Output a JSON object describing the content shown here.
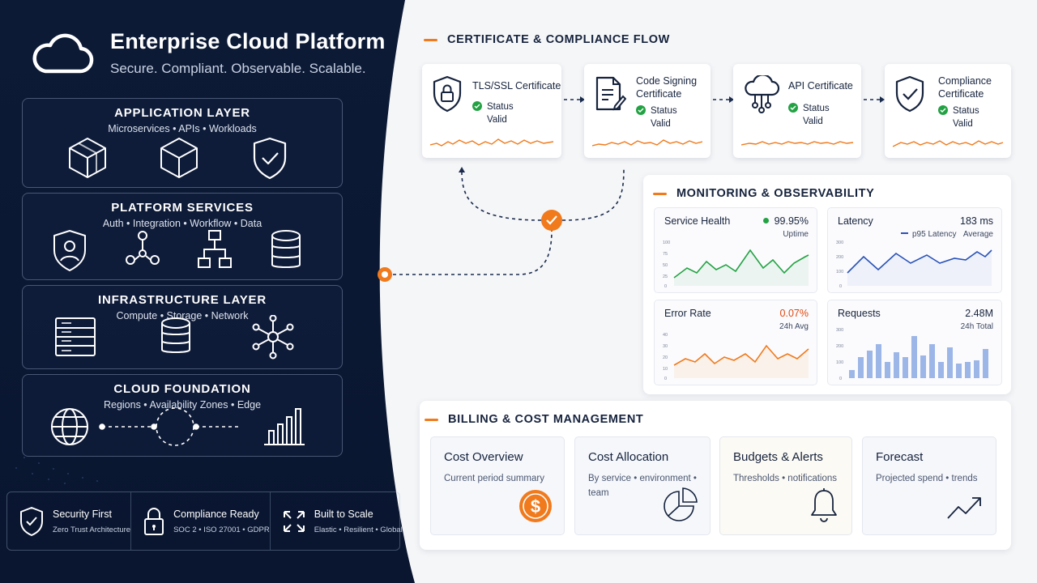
{
  "brand": {
    "title": "Enterprise Cloud Platform",
    "tagline": "Secure. Compliant. Observable. Scalable."
  },
  "layers": [
    {
      "title": "APPLICATION LAYER",
      "subtitle": "Microservices • APIs • Workloads"
    },
    {
      "title": "PLATFORM SERVICES",
      "subtitle": "Auth • Integration • Workflow • Data"
    },
    {
      "title": "INFRASTRUCTURE LAYER",
      "subtitle": "Compute • Storage • Network"
    },
    {
      "title": "CLOUD FOUNDATION",
      "subtitle": "Regions • Availability Zones • Edge"
    }
  ],
  "features": [
    {
      "title": "Security First",
      "subtitle": "Zero Trust Architecture",
      "icon": "shield-check-icon"
    },
    {
      "title": "Compliance Ready",
      "subtitle": "SOC 2 • ISO 27001 • GDPR",
      "icon": "lock-icon"
    },
    {
      "title": "Built to Scale",
      "subtitle": "Elastic • Resilient • Global",
      "icon": "expand-arrows-icon"
    }
  ],
  "certificate_flow": {
    "heading": "CERTIFICATE & COMPLIANCE FLOW",
    "certificates": [
      {
        "name_line1": "TLS/SSL Certificate",
        "name_line2": "",
        "status_label": "Status",
        "status_value": "Valid",
        "icon": "lock-shield-icon"
      },
      {
        "name_line1": "Code Signing",
        "name_line2": "Certificate",
        "status_label": "Status",
        "status_value": "Valid",
        "icon": "document-sign-icon"
      },
      {
        "name_line1": "API Certificate",
        "name_line2": "",
        "status_label": "Status",
        "status_value": "Valid",
        "icon": "cloud-network-icon"
      },
      {
        "name_line1": "Compliance",
        "name_line2": "Certificate",
        "status_label": "Status",
        "status_value": "Valid",
        "icon": "shield-check-icon"
      }
    ]
  },
  "monitoring": {
    "heading": "MONITORING & OBSERVABILITY",
    "cards": [
      {
        "title": "Service Health",
        "value": "99.95%",
        "subtitle": "Uptime",
        "color": "#23a244",
        "axis": [
          "100",
          "75",
          "50",
          "25",
          "0"
        ]
      },
      {
        "title": "Latency",
        "value": "183 ms",
        "legend": "p95 Latency",
        "subtitle": "Average",
        "color": "#2952b8",
        "axis": [
          "300",
          "200",
          "100",
          "0"
        ]
      },
      {
        "title": "Error Rate",
        "value": "0.07%",
        "subtitle": "24h Avg",
        "color": "#f07a1c",
        "axis": [
          "40",
          "30",
          "20",
          "10",
          "0"
        ]
      },
      {
        "title": "Requests",
        "value": "2.48M",
        "subtitle": "24h Total",
        "color": "#9db6e8",
        "axis": [
          "300",
          "200",
          "100",
          "0"
        ]
      }
    ]
  },
  "billing": {
    "heading": "BILLING & COST MANAGEMENT",
    "cards": [
      {
        "title": "Cost Overview",
        "desc": "Current period summary",
        "icon": "dollar-coin-icon"
      },
      {
        "title": "Cost Allocation",
        "desc": "By service • environment • team",
        "icon": "pie-chart-icon"
      },
      {
        "title": "Budgets & Alerts",
        "desc": "Thresholds • notifications",
        "icon": "bell-icon"
      },
      {
        "title": "Forecast",
        "desc": "Projected spend • trends",
        "icon": "trend-up-icon"
      }
    ]
  },
  "colors": {
    "navy": "#0d1b38",
    "accent": "#f07a1c",
    "success": "#23a244",
    "blue": "#2952b8"
  }
}
